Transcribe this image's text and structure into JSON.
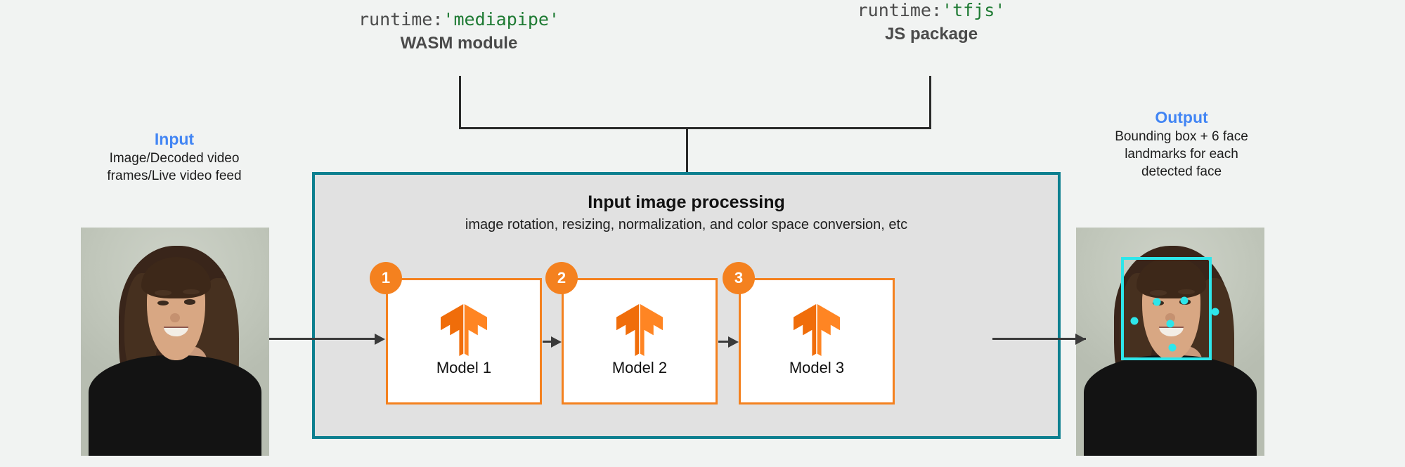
{
  "runtimes": [
    {
      "code_prefix": "runtime:",
      "code_value": "'mediapipe'",
      "subtitle": "WASM module"
    },
    {
      "code_prefix": "runtime:",
      "code_value": "'tfjs'",
      "subtitle": "JS package"
    }
  ],
  "input": {
    "title": "Input",
    "description_line1": "Image/Decoded video",
    "description_line2": "frames/Live video feed"
  },
  "output": {
    "title": "Output",
    "description_line1": "Bounding box + 6 face",
    "description_line2": "landmarks for each",
    "description_line3": "detected face"
  },
  "pipeline": {
    "title": "Input image processing",
    "subtitle": "image rotation, resizing, normalization, and color space conversion, etc",
    "models": [
      {
        "badge": "1",
        "label": "Model 1",
        "logo": "tensorflow-logo"
      },
      {
        "badge": "2",
        "label": "Model 2",
        "logo": "tensorflow-logo"
      },
      {
        "badge": "3",
        "label": "Model 3",
        "logo": "tensorflow-logo"
      }
    ]
  },
  "detection": {
    "landmark_count": 6,
    "box_color": "#2ee6ea",
    "landmark_color": "#2ee6ea"
  },
  "colors": {
    "page_background": "#f1f3f2",
    "accent_blue": "#4285f4",
    "pipeline_border_teal": "#0d7f8f",
    "pipeline_fill_gray": "#e1e1e1",
    "model_orange": "#f4811f",
    "code_string_green": "#1e7a33",
    "arrow_gray": "#3a3a3a"
  }
}
